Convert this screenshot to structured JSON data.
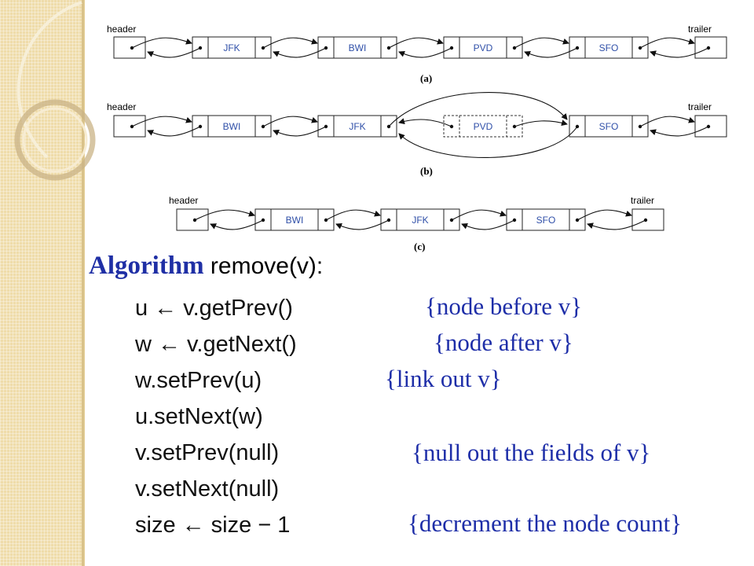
{
  "colors": {
    "band": "#efdcaa",
    "node_label": "#2f4fa8",
    "keyword": "#1f2fa5",
    "comment": "#1e2ea8"
  },
  "diagram": {
    "header_label": "header",
    "trailer_label": "trailer",
    "panels": [
      {
        "caption": "(a)",
        "nodes": [
          "JFK",
          "BWI",
          "PVD",
          "SFO"
        ]
      },
      {
        "caption": "(b)",
        "nodes": [
          "BWI",
          "JFK",
          "PVD",
          "SFO"
        ],
        "removed_node": "PVD"
      },
      {
        "caption": "(c)",
        "nodes": [
          "BWI",
          "JFK",
          "SFO"
        ]
      }
    ]
  },
  "algorithm": {
    "keyword": "Algorithm",
    "signature": "remove(v):",
    "lines": [
      {
        "code": "u ← v.getPrev()",
        "comment": "{node before v}"
      },
      {
        "code": "w ← v.getNext()",
        "comment": "{node after v}"
      },
      {
        "code": "w.setPrev(u)",
        "comment": "{link out v}"
      },
      {
        "code": "u.setNext(w)",
        "comment": ""
      },
      {
        "code": "v.setPrev(null)",
        "comment": "{null out the fields of v}"
      },
      {
        "code": "v.setNext(null)",
        "comment": ""
      },
      {
        "code": "size ← size − 1",
        "comment": "{decrement the node count}"
      }
    ]
  }
}
